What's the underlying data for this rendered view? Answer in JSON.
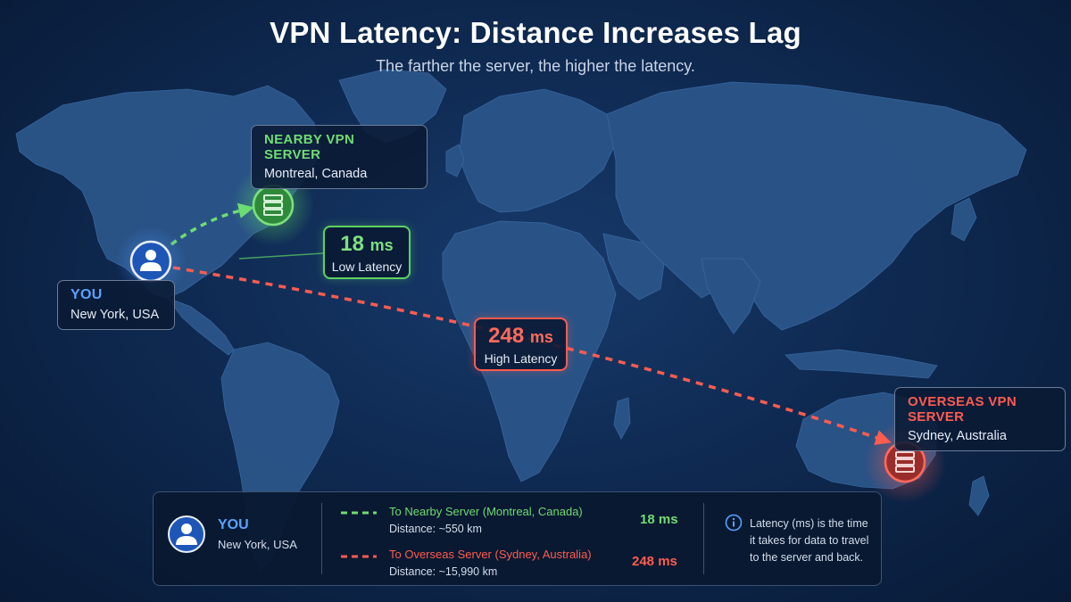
{
  "title": "VPN Latency: Distance Increases Lag",
  "subtitle": "The farther the server, the higher the latency.",
  "you": {
    "heading": "YOU",
    "location": "New York, USA",
    "icon": "user-icon"
  },
  "nearby_server": {
    "heading": "NEARBY VPN SERVER",
    "location": "Montreal, Canada",
    "icon": "server-icon"
  },
  "overseas_server": {
    "heading": "OVERSEAS VPN SERVER",
    "location": "Sydney, Australia",
    "icon": "server-icon"
  },
  "low_latency": {
    "value": "18",
    "unit": "ms",
    "label": "Low Latency"
  },
  "high_latency": {
    "value": "248",
    "unit": "ms",
    "label": "High Latency"
  },
  "legend": {
    "you_heading": "YOU",
    "you_location": "New York, USA",
    "nearby_route": "To Nearby Server (Montreal, Canada)",
    "nearby_distance": "Distance: ~550 km",
    "nearby_ms": "18 ms",
    "overseas_route": "To Overseas Server (Sydney, Australia)",
    "overseas_distance": "Distance: ~15,990 km",
    "overseas_ms": "248 ms",
    "info": "Latency (ms) is the time it takes for data to travel to the server and back."
  },
  "colors": {
    "nearby": "#6fdc72",
    "overseas": "#ff5c50",
    "you": "#5aa2ff",
    "background": "#0f2a52",
    "land": "#2d5a90"
  }
}
